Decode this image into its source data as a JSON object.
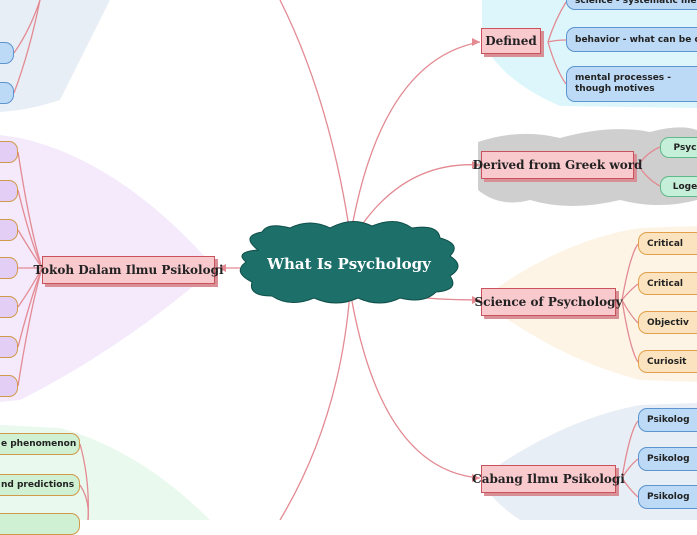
{
  "center": {
    "title": "What Is Psychology"
  },
  "topics": {
    "defined": "Defined",
    "greek": "Derived from Greek word",
    "science": "Science  of Psychology",
    "cabang": "Cabang Ilmu Psikologi",
    "tokoh": "Tokoh Dalam Ilmu Psikologi"
  },
  "defined_items": [
    "science - systematic method",
    "behavior - what can be dir",
    "mental processes - though motives"
  ],
  "greek_items": [
    "Psyc",
    "Loge"
  ],
  "science_items": [
    "Critical",
    "Critical",
    "Objectiv",
    "Curiosit"
  ],
  "cabang_items": [
    "Psikolog",
    "Psikolog",
    "Psikolog"
  ],
  "left_bottom_items": [
    "e phenomenon",
    "nd predictions"
  ]
}
